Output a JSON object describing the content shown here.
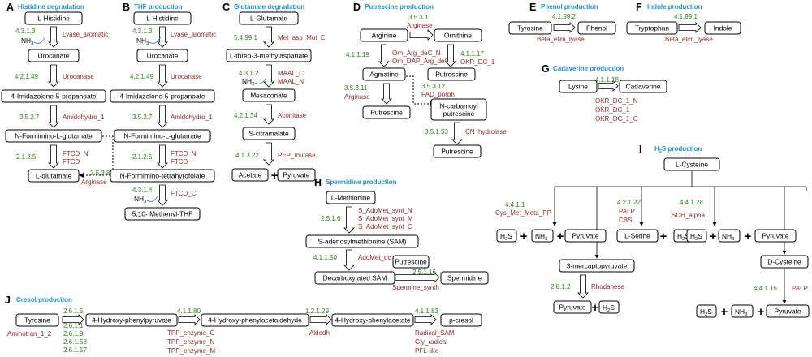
{
  "colors": {
    "ec": "#2e7d1e",
    "enzyme": "#8b2a2a",
    "title": "#1f8fcf"
  },
  "panels": {
    "A": {
      "letter": "A",
      "title": "Histidine degradation",
      "nodes": [
        "L-Histidine",
        "Urocanate",
        "4-Imidazolone-5-propanoate",
        "N-Formimino-L-glutamate",
        "L-glutamate"
      ],
      "ec": [
        "4.3.1.3",
        "4.2.1.49",
        "3.5.2.7",
        "2.1.2.5",
        "3.5.3.8"
      ],
      "enz": [
        "Lyase_aromatic",
        "Urocanase",
        "Amidohydro_1",
        "FTCD_N",
        "FTCD",
        "Arginase"
      ],
      "nh3": "NH3"
    },
    "B": {
      "letter": "B",
      "title": "THF production",
      "nodes": [
        "L-Histidine",
        "Urocanate",
        "4-Imidazolone-5-propanoate",
        "N-Formimino-L-glutamate",
        "N-Formimino-tetrahyrofolate",
        "5,10- Methenyl-THF"
      ],
      "ec": [
        "4.3.1.3",
        "4.2.1.49",
        "3.5.2.7",
        "2.1.2.5",
        "4.3.1.4"
      ],
      "enz": [
        "Lyase_aromatic",
        "Urocanase",
        "Amidohydro_1",
        "FTCD_N",
        "FTCD",
        "FTCD_C"
      ],
      "nh3": [
        "NH3",
        "NH3"
      ]
    },
    "C": {
      "letter": "C",
      "title": "Glutamate degradation",
      "nodes": [
        "L-Glutamate",
        "L-threo-3-methylaspartate",
        "Mesaconate",
        "S-citramalate",
        "Acetate",
        "Pyruvate"
      ],
      "ec": [
        "5.4.99.1",
        "4.3.1.2",
        "4.2.1.34",
        "4.1.3.22"
      ],
      "enz": [
        "Met_asp_Mut_E",
        "MAAL_C",
        "MAAL_N",
        "Aconitase",
        "PEP_mutase"
      ],
      "nh3": "NH3"
    },
    "D": {
      "letter": "D",
      "title": "Putrescine production",
      "nodes": [
        "Arginine",
        "Ornithine",
        "Agmatine",
        "Putrescine",
        "Putrescine",
        "N-carbamoyl putrescine",
        "Putrescine"
      ],
      "ec": [
        "3.5.3.1",
        "4.1.1.19",
        "4.1.1.17",
        "3.5.3.11",
        "3.5.3.12",
        "3.5.1.53"
      ],
      "enz": [
        "Arginase",
        "Orn_Arg_deC_N",
        "Orn_DAP_Arg_deC",
        "OKR_DC_1",
        "Arginase",
        "PAD_porph",
        "CN_hydrolase"
      ]
    },
    "E": {
      "letter": "E",
      "title": "Phenol production",
      "nodes": [
        "Tyrosine",
        "Phenol"
      ],
      "ec": [
        "4.1.99.2"
      ],
      "enz": [
        "Beta_elim_lyase"
      ]
    },
    "F": {
      "letter": "F",
      "title": "Indole production",
      "nodes": [
        "Tryptophan",
        "Indole"
      ],
      "ec": [
        "4.1.99.1"
      ],
      "enz": [
        "Beta_elim_lyase"
      ]
    },
    "G": {
      "letter": "G",
      "title": "Cadaverine production",
      "nodes": [
        "Lysine",
        "Cadaverine"
      ],
      "ec": [
        "4.1.1.18"
      ],
      "enz": [
        "OKR_DC_1_N",
        "OKR_DC_1",
        "OKR_DC_1_C"
      ]
    },
    "H": {
      "letter": "H",
      "title": "Spermidine production",
      "nodes": [
        "L-Methionine",
        "S-adenosylmethionine (SAM)",
        "Decarboxylated SAM",
        "Putrescine",
        "Spermidine"
      ],
      "ec": [
        "2.5.1.6",
        "4.1.1.50",
        "2.5.1.16"
      ],
      "enz": [
        "S_AdoMet_synt_N",
        "S_AdoMet_synt_M",
        "S_AdoMet_synt_C",
        "AdoMet_dc",
        "Spermine_synth"
      ]
    },
    "I": {
      "letter": "I",
      "title": "H",
      "title_sub": "2",
      "title_rest": "S production",
      "nodes": [
        "L-Cysteine",
        "L-Serine",
        "3-mercaptopyruvate",
        "D-Cysteine",
        "Pyruvate",
        "Pyruvate",
        "Pyruvate",
        "Pyruvate"
      ],
      "h2s": "H",
      "h2s_sub": "2",
      "h2s_s": "S",
      "nh3": "NH",
      "nh3_sub": "3",
      "ec": [
        "4.4.1.1",
        "4.2.1.22",
        "4.4.1.28",
        "2.8.1.2",
        "4.4.1.15"
      ],
      "enz": [
        "Cys_Met_Meta_PP",
        "PALP",
        "CBS",
        "SDH_alpha",
        "Rhodanese",
        "PALP"
      ]
    },
    "J": {
      "letter": "J",
      "title": "Cresol production",
      "nodes": [
        "Tyrosine",
        "4-Hydroxy-phenylpyruvate",
        "4-Hydroxy-phenylacetaldehyde",
        "4-Hydroxy-phenylacetate",
        "p-cresol"
      ],
      "ec_first": [
        "2.6.1.5",
        "2.6.1.1",
        "2.6.1.9",
        "2.6.1.58",
        "2.6.1.57"
      ],
      "ec": [
        "4.1.1.80",
        "1.2.1.29",
        "4.1.1.83"
      ],
      "enz": [
        "Aminotran_1_2",
        "TPP_enzyme_C",
        "TPP_enzyme_N",
        "TPP_enzyme_M",
        "Aldedh",
        "Radical_SAM",
        "Gly_radical",
        "PFL-like"
      ]
    },
    "op_plus": "+"
  }
}
